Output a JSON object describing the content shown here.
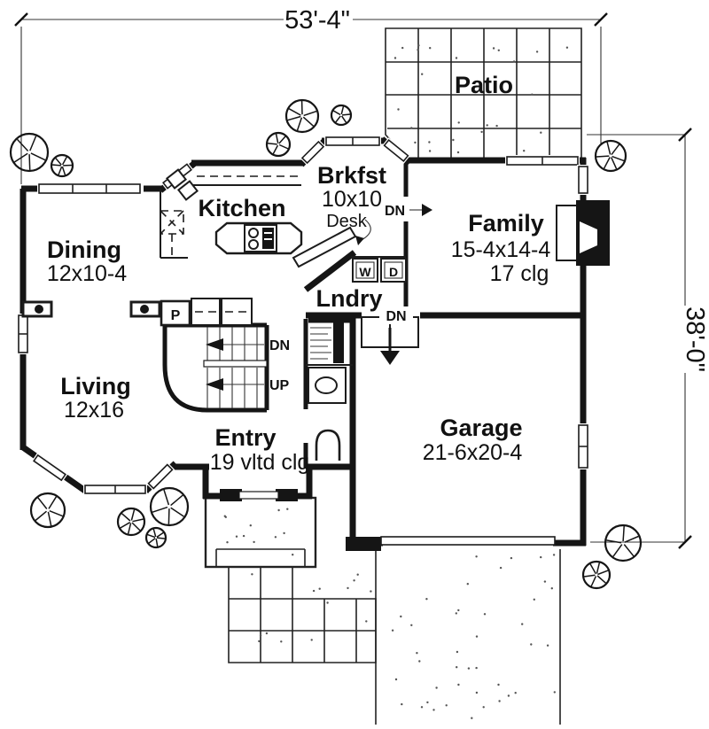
{
  "dimensions": {
    "width_total": "53'-4\"",
    "height_total": "38'-0\""
  },
  "rooms": {
    "patio": {
      "name": "Patio"
    },
    "breakfast": {
      "name": "Brkfst",
      "size": "10x10"
    },
    "kitchen": {
      "name": "Kitchen"
    },
    "dining": {
      "name": "Dining",
      "size": "12x10-4"
    },
    "family": {
      "name": "Family",
      "size": "15-4x14-4",
      "ceiling": "17 clg"
    },
    "living": {
      "name": "Living",
      "size": "12x16"
    },
    "entry": {
      "name": "Entry",
      "ceiling": "19 vltd clg"
    },
    "laundry": {
      "name": "Lndry"
    },
    "garage": {
      "name": "Garage",
      "size": "21-6x20-4"
    }
  },
  "labels": {
    "desk": "Desk",
    "pantry": "P",
    "washer": "W",
    "dryer": "D",
    "down": "DN",
    "up": "UP"
  }
}
